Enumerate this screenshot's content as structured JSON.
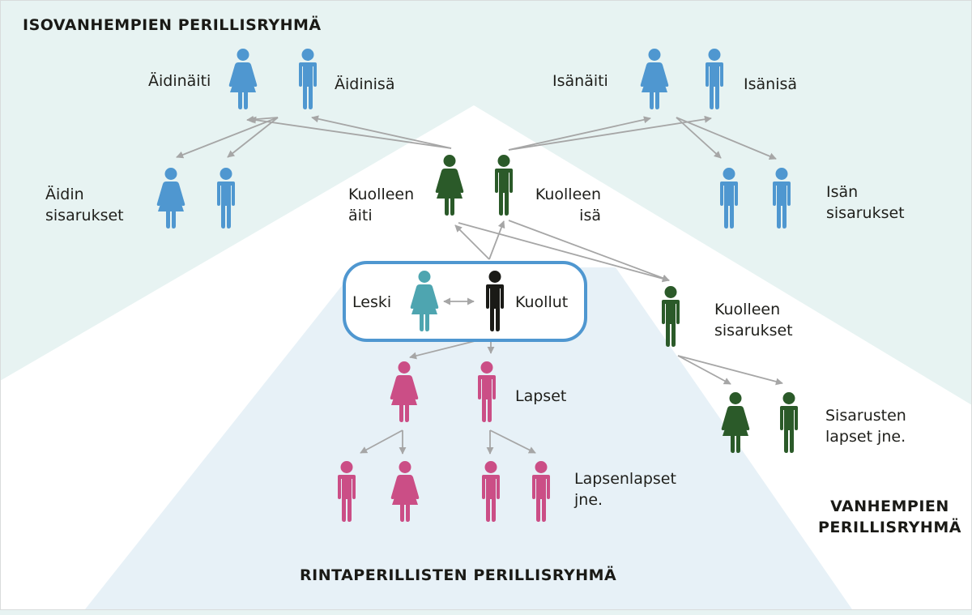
{
  "colors": {
    "grandparents_bg": "#e7f3f2",
    "parents_bg": "#ffffff",
    "descendants_bg": "#e7f1f7",
    "grandparents_person": "#4f97d0",
    "parents_person": "#2b5a29",
    "descendants_person": "#cb4e86",
    "spouse_person": "#4ea5b0",
    "deceased_person": "#1a1a16",
    "arrow": "#a6a6a6",
    "box_border": "#4f97d0"
  },
  "groups": {
    "grandparents": "ISOVANHEMPIEN PERILLISRYHMÄ",
    "parents": [
      "VANHEMPIEN",
      "PERILLISRYHMÄ"
    ],
    "descendants": "RINTAPERILLISTEN PERILLISRYHMÄ"
  },
  "labels": {
    "maternal_grandmother": "Äidinäiti",
    "maternal_grandfather": "Äidinisä",
    "paternal_grandmother": "Isänäiti",
    "paternal_grandfather": "Isänisä",
    "mothers_siblings": "Äidin\nsisarukset",
    "fathers_siblings": "Isän\nsisarukset",
    "deceased_mother": "Kuolleen\näiti",
    "deceased_father": "Kuolleen\nisä",
    "spouse": "Leski",
    "deceased": "Kuollut",
    "deceased_siblings": "Kuolleen\nsisarukset",
    "siblings_children": "Sisarusten\nlapset jne.",
    "children": "Lapset",
    "grandchildren": "Lapsenlapset\njne."
  },
  "people": [
    {
      "id": "maternal-grandmother",
      "gender": "female",
      "role": "grandparents"
    },
    {
      "id": "maternal-grandfather",
      "gender": "male",
      "role": "grandparents"
    },
    {
      "id": "paternal-grandmother",
      "gender": "female",
      "role": "grandparents"
    },
    {
      "id": "paternal-grandfather",
      "gender": "male",
      "role": "grandparents"
    },
    {
      "id": "mothers-sister",
      "gender": "female",
      "role": "grandparents"
    },
    {
      "id": "mothers-brother",
      "gender": "male",
      "role": "grandparents"
    },
    {
      "id": "fathers-brother-1",
      "gender": "male",
      "role": "grandparents"
    },
    {
      "id": "fathers-brother-2",
      "gender": "male",
      "role": "grandparents"
    },
    {
      "id": "deceased-mother",
      "gender": "female",
      "role": "parents"
    },
    {
      "id": "deceased-father",
      "gender": "male",
      "role": "parents"
    },
    {
      "id": "deceased-sibling",
      "gender": "male",
      "role": "parents"
    },
    {
      "id": "siblings-daughter",
      "gender": "female",
      "role": "parents"
    },
    {
      "id": "siblings-son",
      "gender": "male",
      "role": "parents"
    },
    {
      "id": "spouse",
      "gender": "female",
      "role": "spouse"
    },
    {
      "id": "deceased",
      "gender": "male",
      "role": "deceased"
    },
    {
      "id": "daughter",
      "gender": "female",
      "role": "descendants"
    },
    {
      "id": "son",
      "gender": "male",
      "role": "descendants"
    },
    {
      "id": "grandson-1",
      "gender": "male",
      "role": "descendants"
    },
    {
      "id": "granddaughter-1",
      "gender": "female",
      "role": "descendants"
    },
    {
      "id": "grandson-2",
      "gender": "male",
      "role": "descendants"
    },
    {
      "id": "grandson-3",
      "gender": "male",
      "role": "descendants"
    }
  ]
}
